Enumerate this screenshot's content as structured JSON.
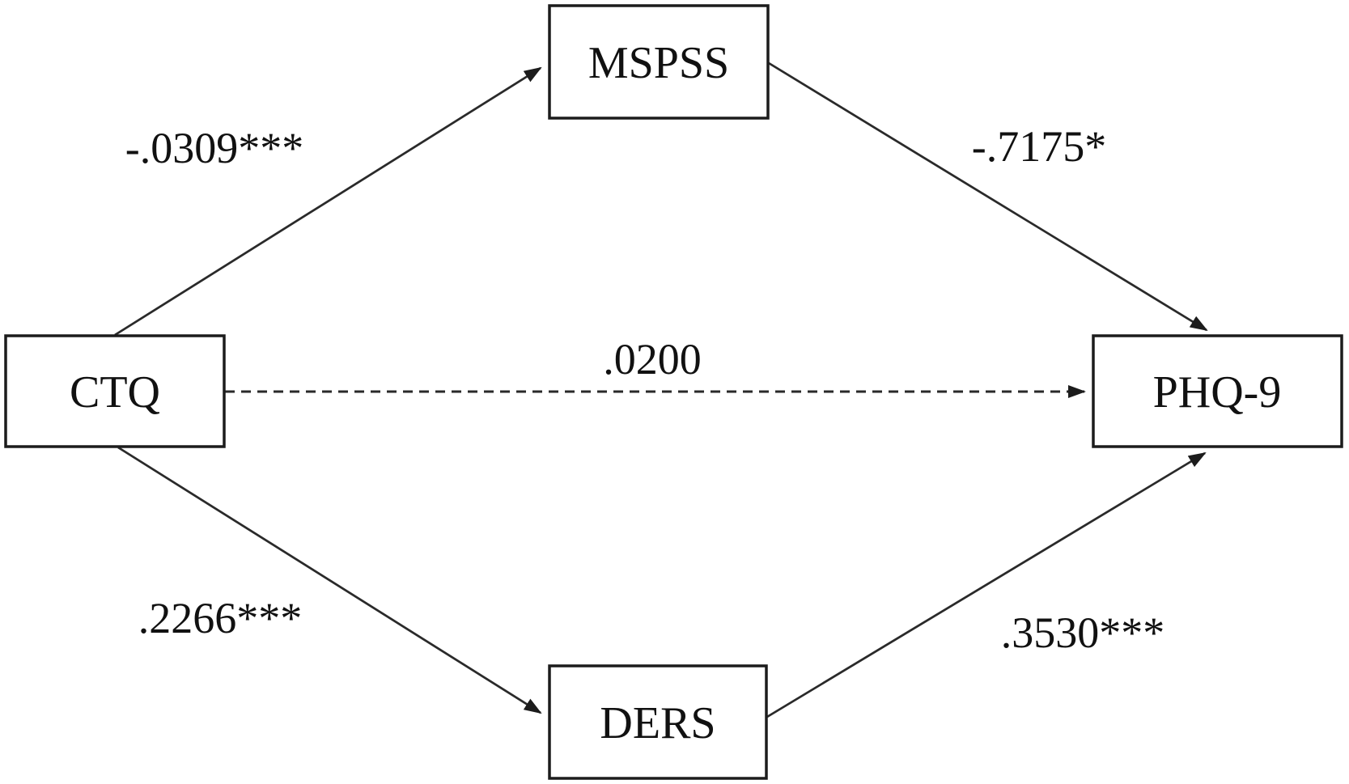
{
  "diagram": {
    "type": "mediation-path-diagram",
    "nodes": {
      "ctq": {
        "label": "CTQ"
      },
      "mspss": {
        "label": "MSPSS"
      },
      "ders": {
        "label": "DERS"
      },
      "phq9": {
        "label": "PHQ-9"
      }
    },
    "edges": {
      "ctq_to_mspss": {
        "label": "-.0309***",
        "style": "solid"
      },
      "mspss_to_phq9": {
        "label": "-.7175*",
        "style": "solid"
      },
      "ctq_to_phq9": {
        "label": ".0200",
        "style": "dashed"
      },
      "ctq_to_ders": {
        "label": ".2266***",
        "style": "solid"
      },
      "ders_to_phq9": {
        "label": ".3530***",
        "style": "solid"
      }
    },
    "colors": {
      "background": "#ffffff",
      "line": "#2a2a2a",
      "box_border": "#1c1c1c",
      "text": "#111111"
    }
  }
}
